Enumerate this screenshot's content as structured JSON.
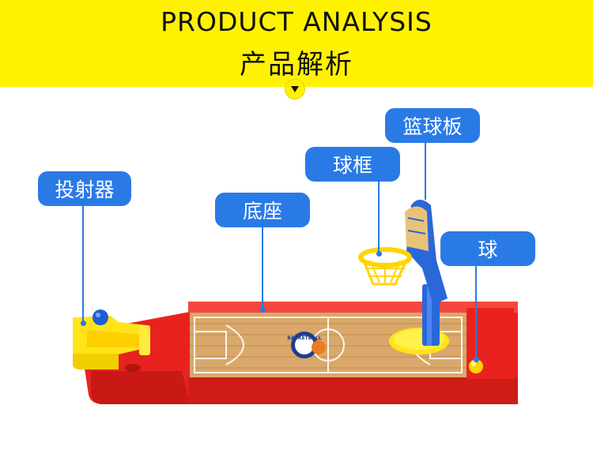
{
  "header": {
    "title_en": "PRODUCT ANALYSIS",
    "title_cn": "产品解析"
  },
  "callouts": {
    "launcher": "投射器",
    "base": "底座",
    "hoop": "球框",
    "backboard": "篮球板",
    "ball": "球"
  },
  "court_logo": "BASKETBALL",
  "colors": {
    "banner": "#fff200",
    "callout": "#2a7ae6",
    "base_red": "#e8231f",
    "court": "#d9a86a",
    "yellow_part": "#ffe41a"
  },
  "icons": {
    "down_chevron": "chevron-down-icon"
  }
}
